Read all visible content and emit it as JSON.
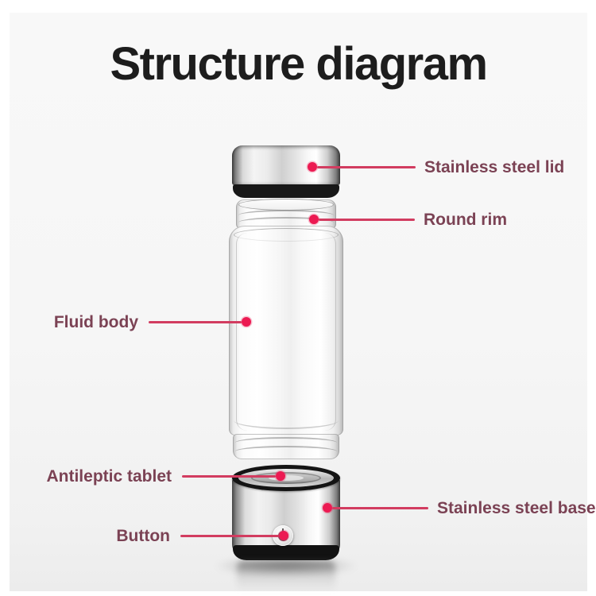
{
  "title": "Structure diagram",
  "callouts": {
    "lid": {
      "label": "Stainless steel lid",
      "side": "right",
      "points_to": "metal cap"
    },
    "rim": {
      "label": "Round rim",
      "side": "right",
      "points_to": "threaded glass neck"
    },
    "fluid": {
      "label": "Fluid body",
      "side": "left",
      "points_to": "glass cylinder"
    },
    "tablet": {
      "label": "Antileptic tablet",
      "side": "left",
      "points_to": "well on top of base"
    },
    "button": {
      "label": "Button",
      "side": "left",
      "points_to": "power button on base"
    },
    "base": {
      "label": "Stainless steel base",
      "side": "right",
      "points_to": "metal base"
    }
  },
  "colors": {
    "background": "#f6f6f6",
    "title": "#1d1d1d",
    "label_text": "#7b4254",
    "callout_line": "#d23c60",
    "callout_dot": "#ec1a52"
  }
}
